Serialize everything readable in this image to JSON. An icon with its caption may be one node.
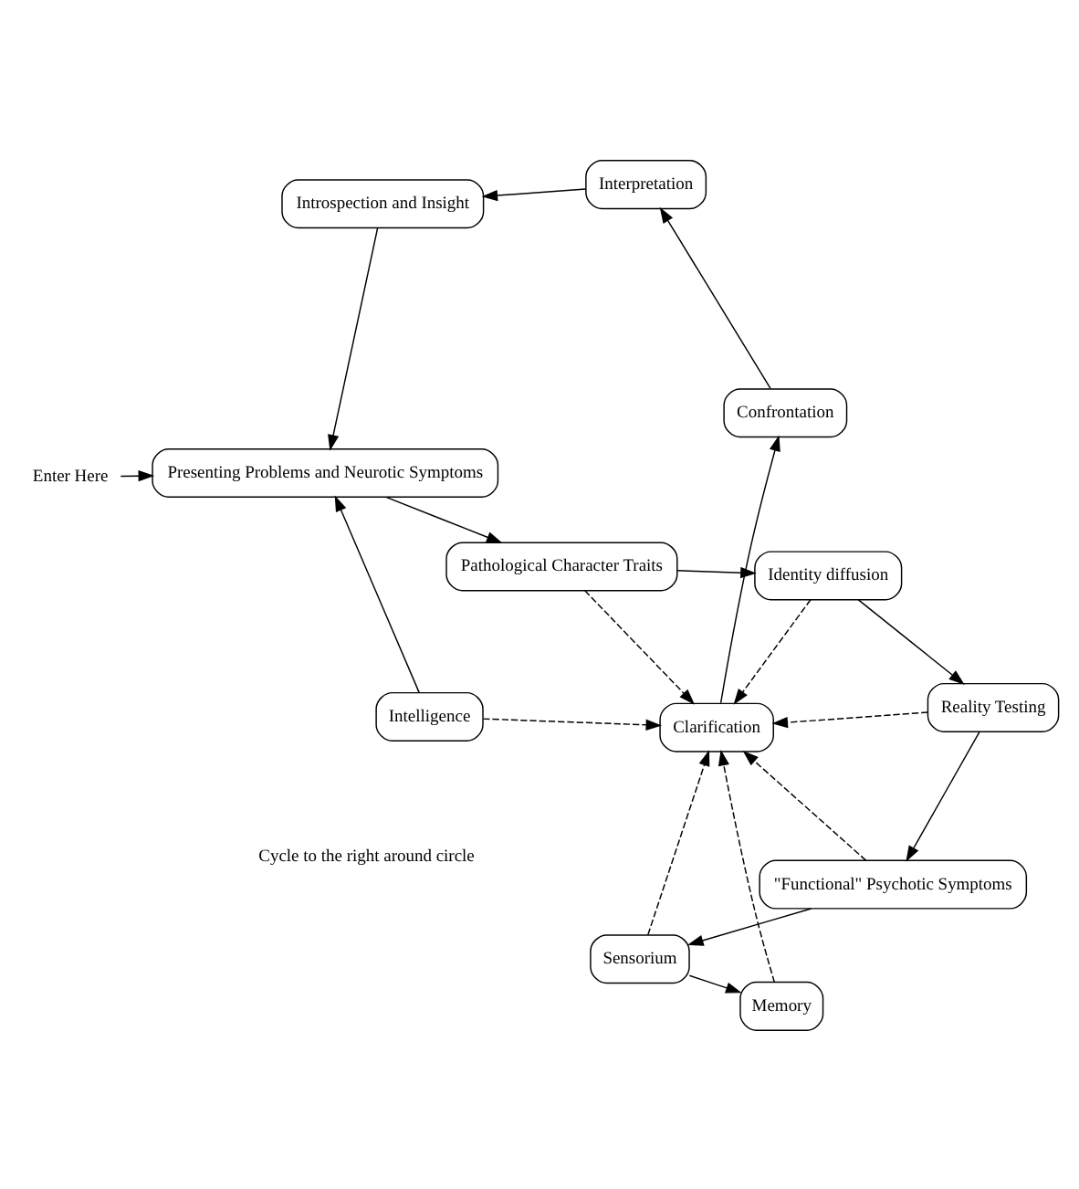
{
  "diagram": {
    "nodes": [
      {
        "text": [
          "Enter Here"
        ]
      },
      {
        "text": [
          "Presenting Problems and Neurotic Symptoms"
        ]
      },
      {
        "text": [
          "Pathological Character Traits"
        ]
      },
      {
        "text": [
          "Identity diffusion"
        ]
      },
      {
        "text": [
          "Reality Testing"
        ]
      },
      {
        "text": [
          "\"Functional\" Psychotic Symptoms"
        ]
      },
      {
        "text": [
          "Sensorium"
        ]
      },
      {
        "text": [
          "Memory"
        ]
      },
      {
        "text": [
          "Intelligence"
        ]
      },
      {
        "text": [
          "Clarification"
        ]
      },
      {
        "text": [
          "Confrontation"
        ]
      },
      {
        "text": [
          "Interpretation"
        ]
      },
      {
        "text": [
          "Introspection and Insight"
        ]
      }
    ],
    "edges": [
      {
        "from": 0,
        "to": 1,
        "arrow": "to"
      },
      {
        "from": 1,
        "to": 2,
        "arrow": "to"
      },
      {
        "from": 2,
        "to": 3,
        "arrow": "to"
      },
      {
        "from": 3,
        "to": 4,
        "arrow": "to"
      },
      {
        "from": 4,
        "to": 5,
        "arrow": "to"
      },
      {
        "from": 5,
        "to": 6,
        "arrow": "to"
      },
      {
        "from": 6,
        "to": 7,
        "arrow": "to"
      },
      {
        "from": 8,
        "to": 1,
        "arrow": "to"
      },
      {
        "from": 2,
        "to": 9,
        "arrow": "to",
        "style": "dashed"
      },
      {
        "from": 3,
        "to": 9,
        "arrow": "to",
        "style": "dashed"
      },
      {
        "from": 4,
        "to": 9,
        "arrow": "to",
        "style": "dashed"
      },
      {
        "from": 5,
        "to": 9,
        "arrow": "to",
        "style": "dashed"
      },
      {
        "from": 6,
        "to": 9,
        "arrow": "to",
        "style": "dashed"
      },
      {
        "from": 7,
        "to": 9,
        "arrow": "to",
        "style": "dashed"
      },
      {
        "from": 8,
        "to": 9,
        "arrow": "to",
        "style": "dashed"
      },
      {
        "from": 9,
        "to": 10,
        "arrow": "to"
      },
      {
        "from": 10,
        "to": 11,
        "arrow": "to"
      },
      {
        "from": 11,
        "to": 12,
        "arrow": "to"
      },
      {
        "from": 12,
        "to": 1,
        "arrow": "to"
      }
    ],
    "labels": [
      "Cycle to the right around circle"
    ]
  }
}
